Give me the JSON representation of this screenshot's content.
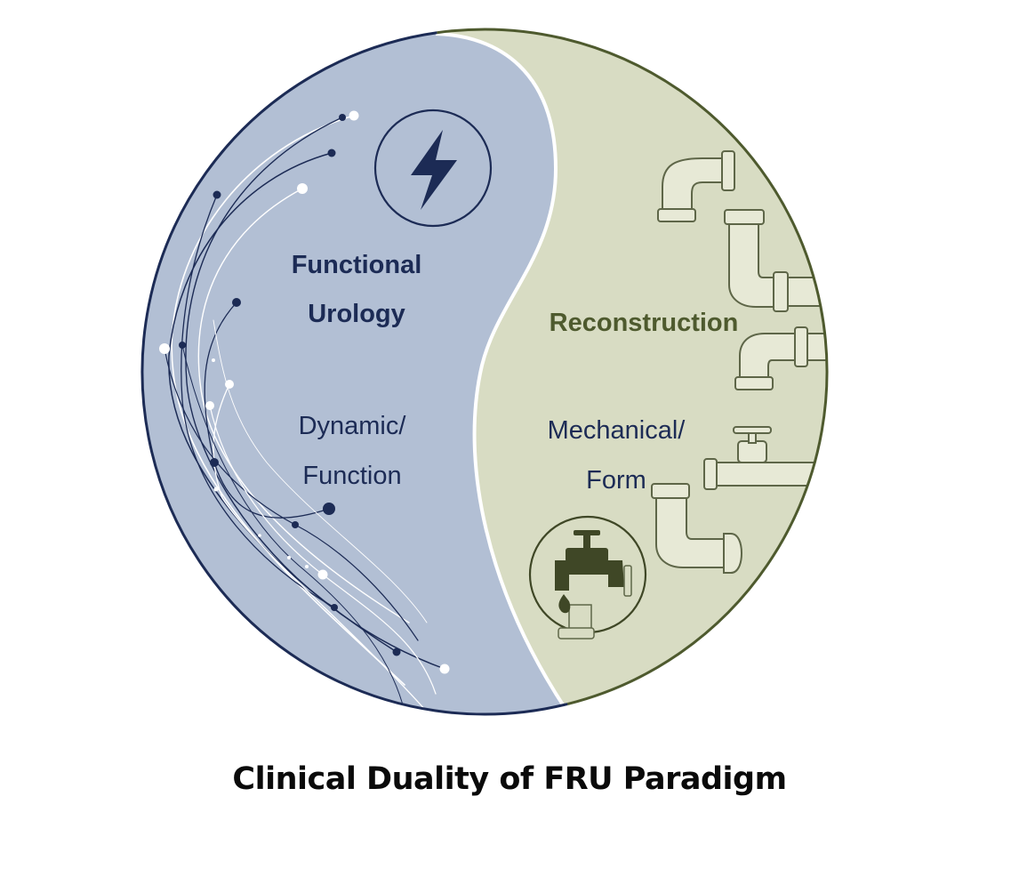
{
  "colors": {
    "left_fill": "#b2bfd4",
    "right_fill": "#d8dcc3",
    "navy": "#1c2b55",
    "olive": "#4e5a2e",
    "olive_dark": "#3f4726",
    "pipe_stroke": "#5e6648"
  },
  "left": {
    "title_line1": "Functional",
    "title_line2": "Urology",
    "sub_line1": "Dynamic/",
    "sub_line2": "Function",
    "icon": "lightning-bolt-icon"
  },
  "right": {
    "title": "Reconstruction",
    "sub_line1": "Mechanical/",
    "sub_line2": "Form",
    "icons": [
      "elbow-pipe-icon",
      "faucet-icon",
      "dripping-faucet-icon"
    ]
  },
  "caption": "Clinical Duality of FRU Paradigm"
}
